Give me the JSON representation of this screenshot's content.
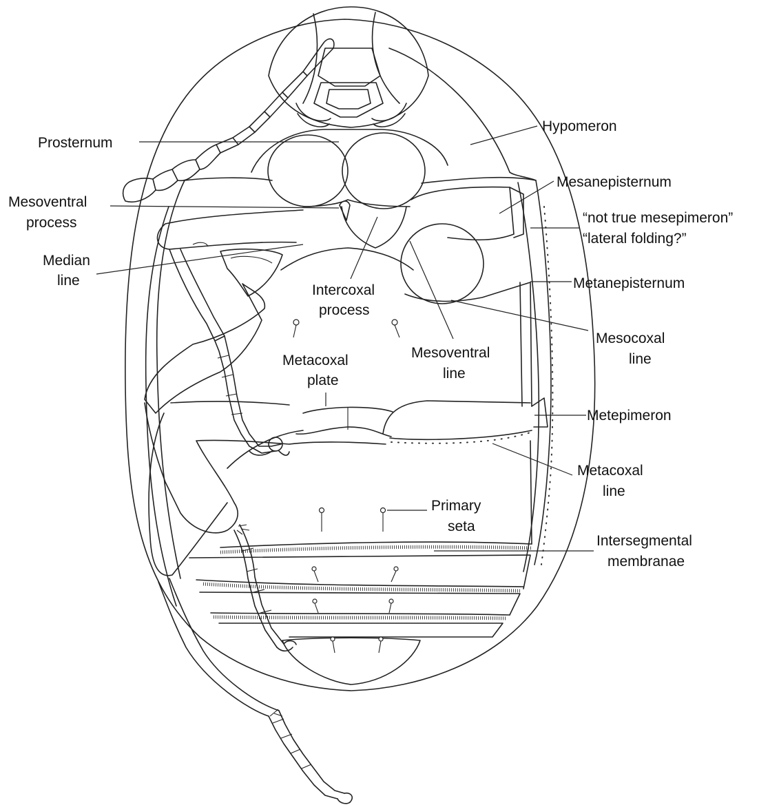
{
  "labels": {
    "prosternum": "Prosternum",
    "hypomeron": "Hypomeron",
    "mesanepisternum": "Mesanepisternum",
    "mesoventral_process_1": "Mesoventral",
    "mesoventral_process_2": "process",
    "not_true_1": "“not true mesepimeron”",
    "not_true_2": "“lateral folding?”",
    "median_line_1": "Median",
    "median_line_2": "line",
    "metanepisternum": "Metanepisternum",
    "intercoxal_1": "Intercoxal",
    "intercoxal_2": "process",
    "mesocoxal_1": "Mesocoxal",
    "mesocoxal_2": "line",
    "metacoxal_plate_1": "Metacoxal",
    "metacoxal_plate_2": "plate",
    "mesoventral_line_1": "Mesoventral",
    "mesoventral_line_2": "line",
    "metepimeron": "Metepimeron",
    "metacoxal_line_1": "Metacoxal",
    "metacoxal_line_2": "line",
    "primary_seta_1": "Primary",
    "primary_seta_2": "seta",
    "intersegmental_1": "Intersegmental",
    "intersegmental_2": "membranae"
  }
}
